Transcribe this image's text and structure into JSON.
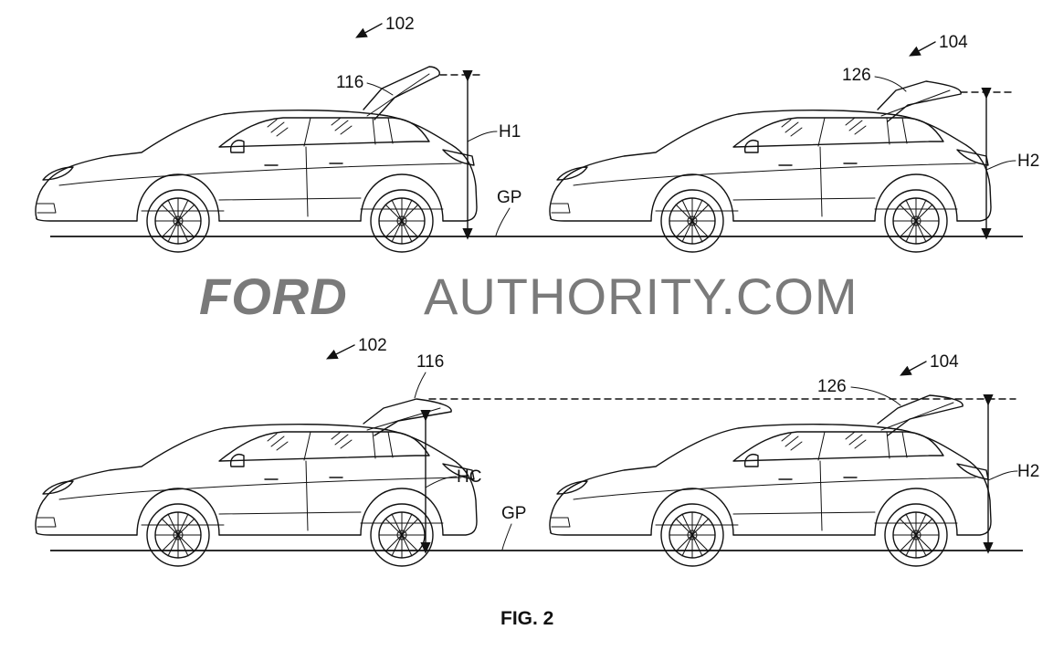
{
  "watermark": {
    "part1": "FORD",
    "part2": "AUTHORITY.COM"
  },
  "figure_caption": "FIG. 2",
  "panels": [
    {
      "vehicle_ref": "102",
      "hatch_ref": "116",
      "height_label": "H1",
      "ground_label": "GP"
    },
    {
      "vehicle_ref": "104",
      "hatch_ref": "126",
      "height_label": "H2"
    },
    {
      "vehicle_ref": "102",
      "hatch_ref": "116",
      "height_label": "HC",
      "ground_label": "GP"
    },
    {
      "vehicle_ref": "104",
      "hatch_ref": "126",
      "height_label": "H2"
    }
  ]
}
